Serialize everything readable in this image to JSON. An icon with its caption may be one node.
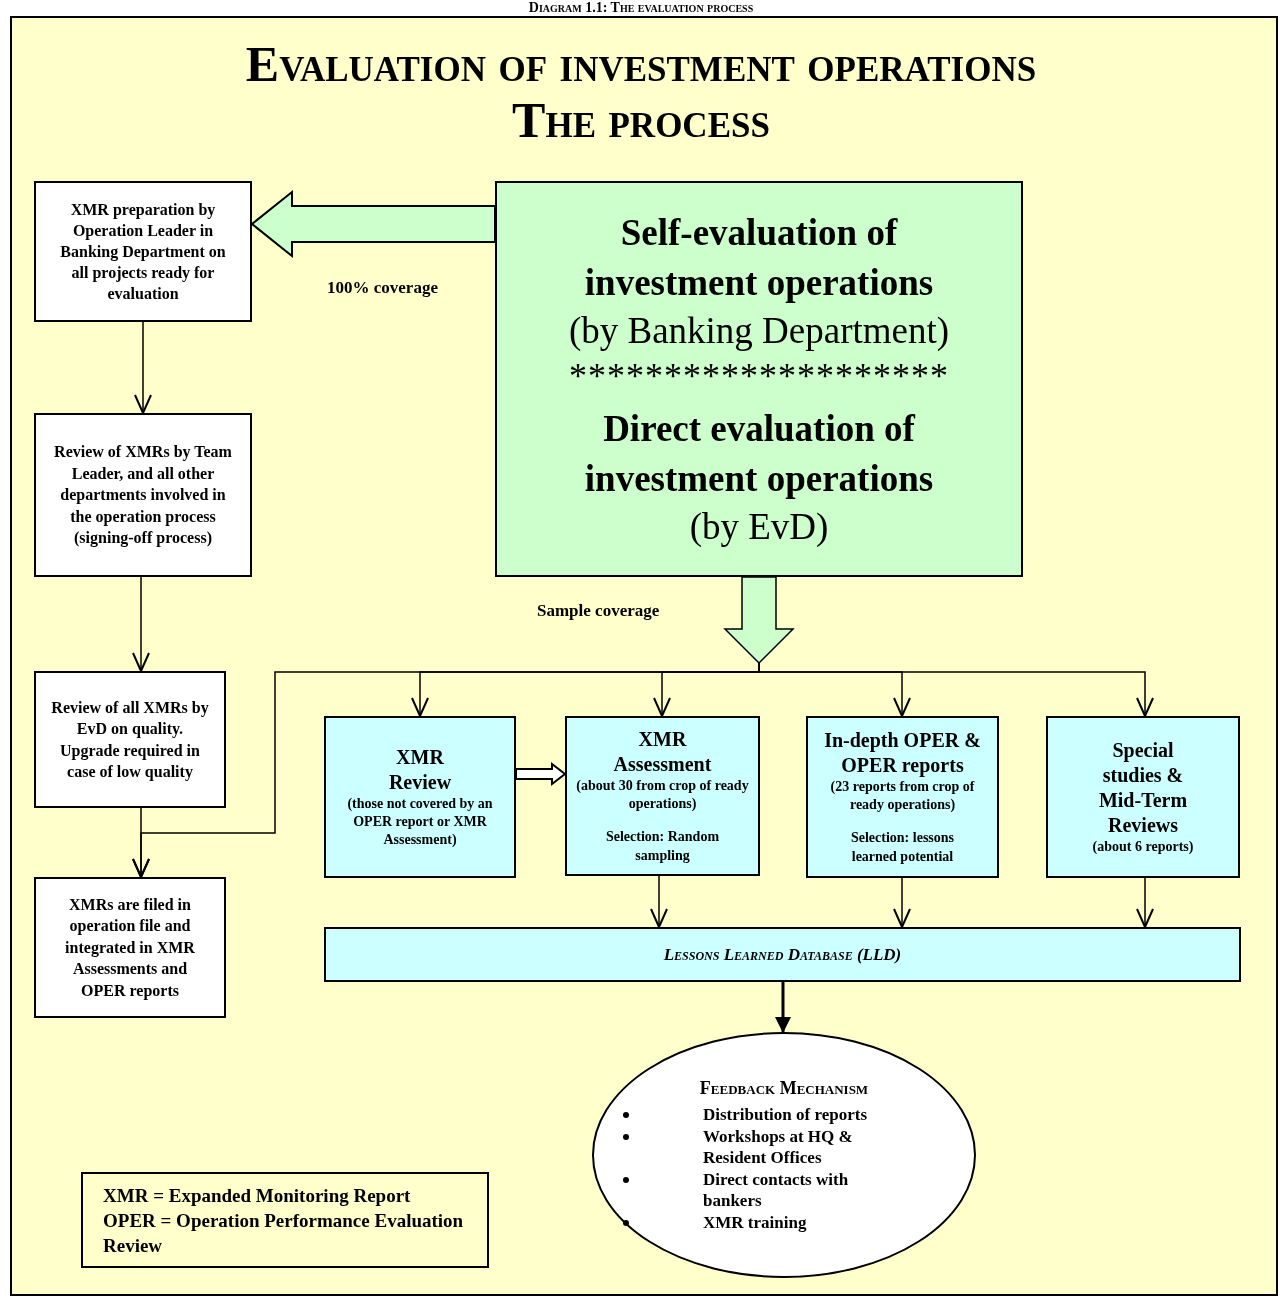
{
  "diagram": {
    "title": "Evaluation of investment operations The process",
    "caption": "Diagram 1.1: The evaluation process",
    "nodes": [
      {
        "text": [
          "XMR preparation by Operation Leader in Banking Department on all projects ready for evaluation"
        ]
      },
      {
        "text": [
          "Review of XMRs by Team Leader, and all other departments involved in the operation process (signing-off process)"
        ]
      },
      {
        "text": [
          "Review of all XMRs by EvD on quality. Upgrade required in case of low quality"
        ]
      },
      {
        "text": [
          "XMRs are filed in operation file and integrated in XMR Assessments and OPER reports"
        ]
      },
      {
        "text": [
          "Self-evaluation of investment operations",
          "(by Banking Department)",
          "********************",
          "Direct evaluation of investment operations",
          "(by EvD)"
        ]
      },
      {
        "text": [
          "XMR Review",
          "(those not covered by an OPER report or XMR Assessment)"
        ]
      },
      {
        "text": [
          "XMR Assessment",
          "(about 30 from crop of ready operations)",
          "Selection: Random sampling"
        ]
      },
      {
        "text": [
          "In-depth OPER & OPER reports",
          "(23 reports from crop of ready operations)",
          "Selection: lessons learned potential"
        ]
      },
      {
        "text": [
          "Special studies & Mid-Term Reviews",
          "(about 6 reports)"
        ]
      },
      {
        "text": [
          "Lessons Learned Database (LLD)"
        ]
      },
      {
        "text": [
          "Feedback Mechanism",
          "Distribution of reports",
          "Workshops at HQ & Resident Offices",
          "Direct contacts with bankers",
          "XMR training"
        ]
      },
      {
        "text": [
          "XMR = Expanded Monitoring Report",
          "OPER = Operation Performance Evaluation Review"
        ]
      }
    ],
    "edges": [
      {
        "from": 0,
        "to": 1,
        "arrow": "to"
      },
      {
        "from": 1,
        "to": 2,
        "arrow": "to"
      },
      {
        "from": 2,
        "to": 3,
        "arrow": "to"
      },
      {
        "from": 4,
        "to": 0,
        "arrow": "to",
        "label": "100% coverage",
        "style": "thick",
        "color": "#ccffcc"
      },
      {
        "from": 4,
        "to": 5,
        "arrow": "to"
      },
      {
        "from": 4,
        "to": 6,
        "arrow": "to"
      },
      {
        "from": 4,
        "to": 7,
        "arrow": "to"
      },
      {
        "from": 4,
        "to": 8,
        "arrow": "to"
      },
      {
        "from": 4,
        "to": 3,
        "arrow": "to"
      },
      {
        "from": 5,
        "to": 6,
        "arrow": "to",
        "style": "thick"
      },
      {
        "from": 6,
        "to": 9,
        "arrow": "to"
      },
      {
        "from": 7,
        "to": 9,
        "arrow": "to"
      },
      {
        "from": 8,
        "to": 9,
        "arrow": "to"
      },
      {
        "from": 9,
        "to": 10,
        "arrow": "to"
      }
    ],
    "labels": [
      "Sample coverage"
    ]
  }
}
